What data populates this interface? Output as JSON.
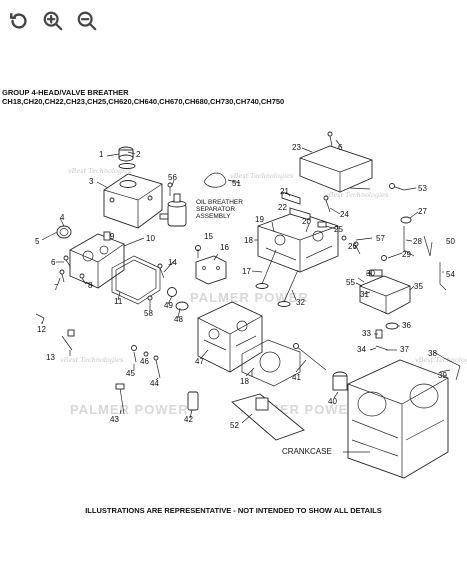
{
  "toolbar": {
    "reset_icon": "rotate-ccw-icon",
    "zoom_in_icon": "zoom-in-icon",
    "zoom_out_icon": "zoom-out-icon"
  },
  "diagram": {
    "title_line1": "GROUP 4-HEAD/VALVE BREATHER",
    "title_line2": "CH18,CH20,CH22,CH23,CH25,CH620,CH640,CH670,CH680,CH730,CH740,CH750",
    "note_oil_breather": [
      "OIL BREATHER",
      "SEPARATOR",
      "ASSEMBLY"
    ],
    "note_crankcase": "CRANKCASE",
    "watermark_text": "PALMER POWER",
    "watermark_small": "vBest Technologies",
    "footer": "ILLUSTRATIONS ARE REPRESENTATIVE - NOT INTENDED TO SHOW ALL DETAILS",
    "callouts": [
      "1",
      "2",
      "3",
      "4",
      "5",
      "6",
      "7",
      "8",
      "9",
      "10",
      "11",
      "12",
      "13",
      "14",
      "15",
      "16",
      "17",
      "18",
      "18",
      "19",
      "20",
      "21",
      "22",
      "23",
      "24",
      "25",
      "26",
      "27",
      "28",
      "29",
      "30",
      "31",
      "32",
      "33",
      "34",
      "35",
      "36",
      "37",
      "38",
      "39",
      "40",
      "41",
      "42",
      "43",
      "44",
      "45",
      "46",
      "47",
      "48",
      "49",
      "50",
      "51",
      "52",
      "53",
      "54",
      "55",
      "56",
      "57",
      "58",
      "6"
    ]
  }
}
